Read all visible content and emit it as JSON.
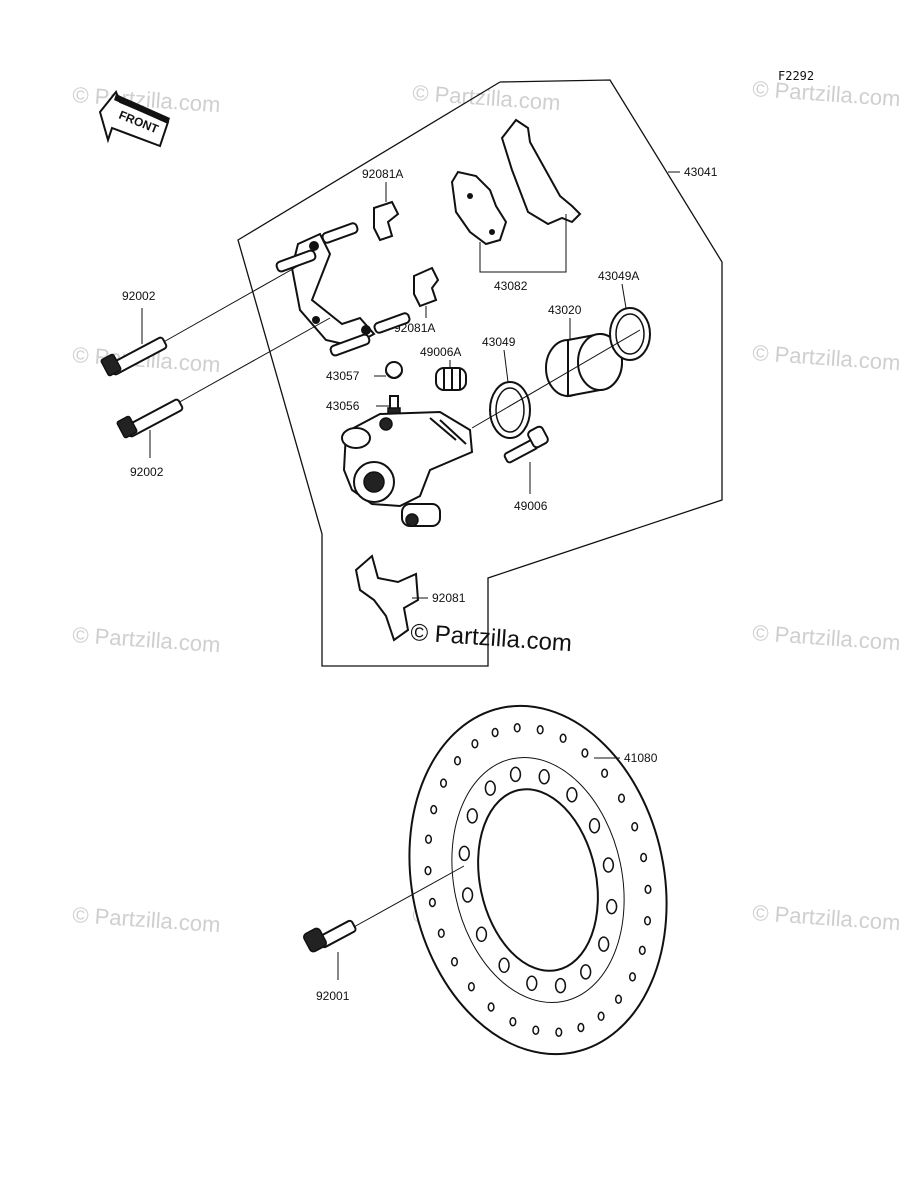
{
  "figure_code": "F2292",
  "front_arrow_label": "FRONT",
  "watermark_text": "© Partzilla.com",
  "main_watermark_text": "© Partzilla.com",
  "callouts": {
    "c43041": "43041",
    "c92081A_top": "92081A",
    "c43082": "43082",
    "c92081A_mid": "92081A",
    "c43049A": "43049A",
    "c43020": "43020",
    "c43049": "43049",
    "c49006A": "49006A",
    "c43057": "43057",
    "c43056": "43056",
    "c92002_top": "92002",
    "c92002_bot": "92002",
    "c49006": "49006",
    "c92081": "92081",
    "c41080": "41080",
    "c92001": "92001"
  },
  "colors": {
    "ink": "#111111",
    "watermark": "#cfcfcf",
    "paper": "#ffffff"
  }
}
